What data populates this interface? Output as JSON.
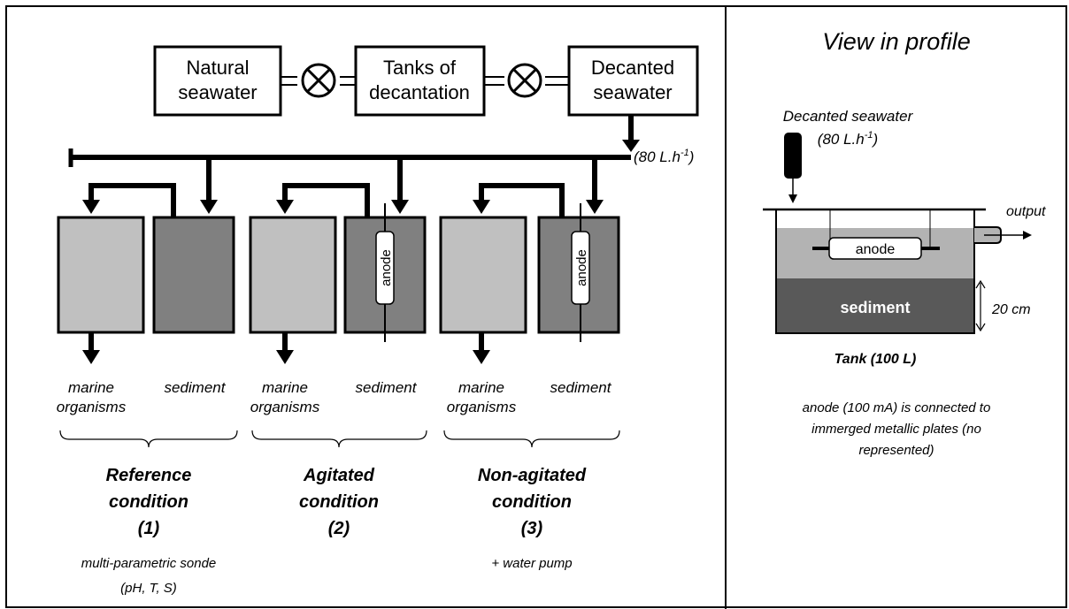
{
  "left_panel": {
    "boxes": {
      "natural": [
        "Natural",
        "seawater"
      ],
      "tanks": [
        "Tanks of",
        "decantation"
      ],
      "decanted": [
        "Decanted",
        "seawater"
      ]
    },
    "flow_rate": "(80 L.h",
    "flow_rate_exp": "-1",
    "flow_rate_close": ")",
    "anode_label": "anode",
    "conditions": [
      {
        "tank_labels": [
          "marine",
          "organisms",
          "sediment"
        ],
        "title": [
          "Reference",
          "condition",
          "(1)"
        ],
        "note": [
          "multi-parametric sonde",
          "(pH, T, S)"
        ]
      },
      {
        "tank_labels": [
          "marine",
          "organisms",
          "sediment"
        ],
        "title": [
          "Agitated",
          "condition",
          "(2)"
        ],
        "note": []
      },
      {
        "tank_labels": [
          "marine",
          "organisms",
          "sediment"
        ],
        "title": [
          "Non-agitated",
          "condition",
          "(3)"
        ],
        "note": [
          "+ water pump"
        ]
      }
    ]
  },
  "right_panel": {
    "title": "View in profile",
    "inflow_label": "Decanted seawater",
    "inflow_rate": "(80 L.h",
    "inflow_rate_exp": "-1",
    "inflow_rate_close": ")",
    "output_label": "output",
    "anode_label": "anode",
    "sediment_label": "sediment",
    "depth_label": "20 cm",
    "tank_caption": "Tank (100 L)",
    "footnote": [
      "anode (100 mA) is connected to",
      "immerged metallic plates (no",
      "represented)"
    ]
  },
  "colors": {
    "light_tank": "#c0c0c0",
    "dark_tank": "#808080",
    "profile_water": "#b3b3b3",
    "profile_sediment": "#595959"
  }
}
